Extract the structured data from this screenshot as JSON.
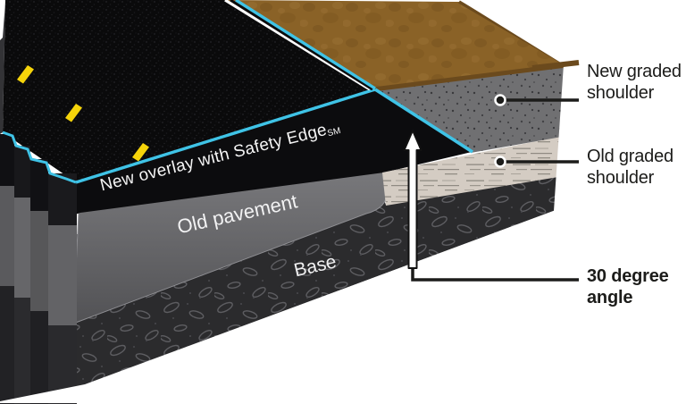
{
  "diagram": {
    "overlay_label": "New overlay with Safety Edge",
    "overlay_label_sub": "SM",
    "old_pavement_label": "Old pavement",
    "base_label": "Base",
    "callout_new_shoulder": "New graded shoulder",
    "callout_old_shoulder": "Old graded shoulder",
    "callout_angle": "30 degree angle",
    "colors": {
      "safety_edge_line": "#3fc3e6",
      "lane_marking": "#f6d40a",
      "edge_stripe": "#ffffff",
      "dirt_shoulder_top": "#8a6227",
      "dirt_edge": "#6b4a1d",
      "new_graded_shoulder": "#707072",
      "old_graded_shoulder": "#d4ccc3",
      "base_layer": "#2b2b2d",
      "old_pavement": "#6e6e71",
      "asphalt": "#0a0a0b",
      "label_text": "#1c1c1a",
      "background": "#ffffff"
    }
  }
}
